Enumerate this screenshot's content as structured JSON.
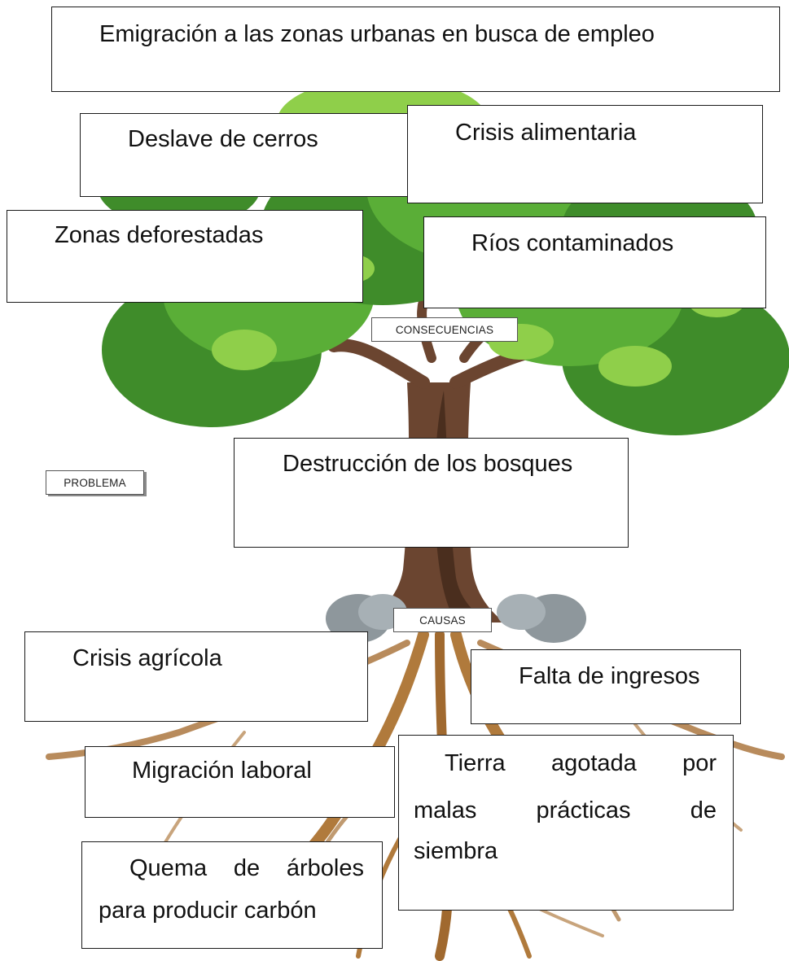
{
  "labels": {
    "consequences": "CONSECUENCIAS",
    "problem": "PROBLEMA",
    "causes": "CAUSAS"
  },
  "consequences": {
    "emigration": "Emigración a las zonas urbanas en busca de empleo",
    "landslides": "Deslave de cerros",
    "food_crisis": "Crisis alimentaria",
    "deforested": "Zonas deforestadas",
    "polluted_rivers": "Ríos contaminados"
  },
  "problem": {
    "main": "Destrucción de los bosques"
  },
  "causes": {
    "agricultural_crisis": "Crisis agrícola",
    "lack_of_income": "Falta de ingresos",
    "labor_migration": "Migración laboral",
    "exhausted_soil": {
      "line1": [
        "Tierra",
        "agotada",
        "por"
      ],
      "line2": [
        "malas",
        "prácticas",
        "de"
      ],
      "line3": "siembra"
    },
    "tree_burning": {
      "line1": [
        "Quema",
        "de",
        "árboles"
      ],
      "line2": "para producir carbón"
    }
  },
  "colors": {
    "foliage_dark": "#3f8c2a",
    "foliage_mid": "#5aae37",
    "foliage_light": "#8fcf4a",
    "trunk": "#6b4530",
    "trunk_dark": "#4a2e1e",
    "roots": "#b07a3c",
    "stones": "#8e979c"
  }
}
